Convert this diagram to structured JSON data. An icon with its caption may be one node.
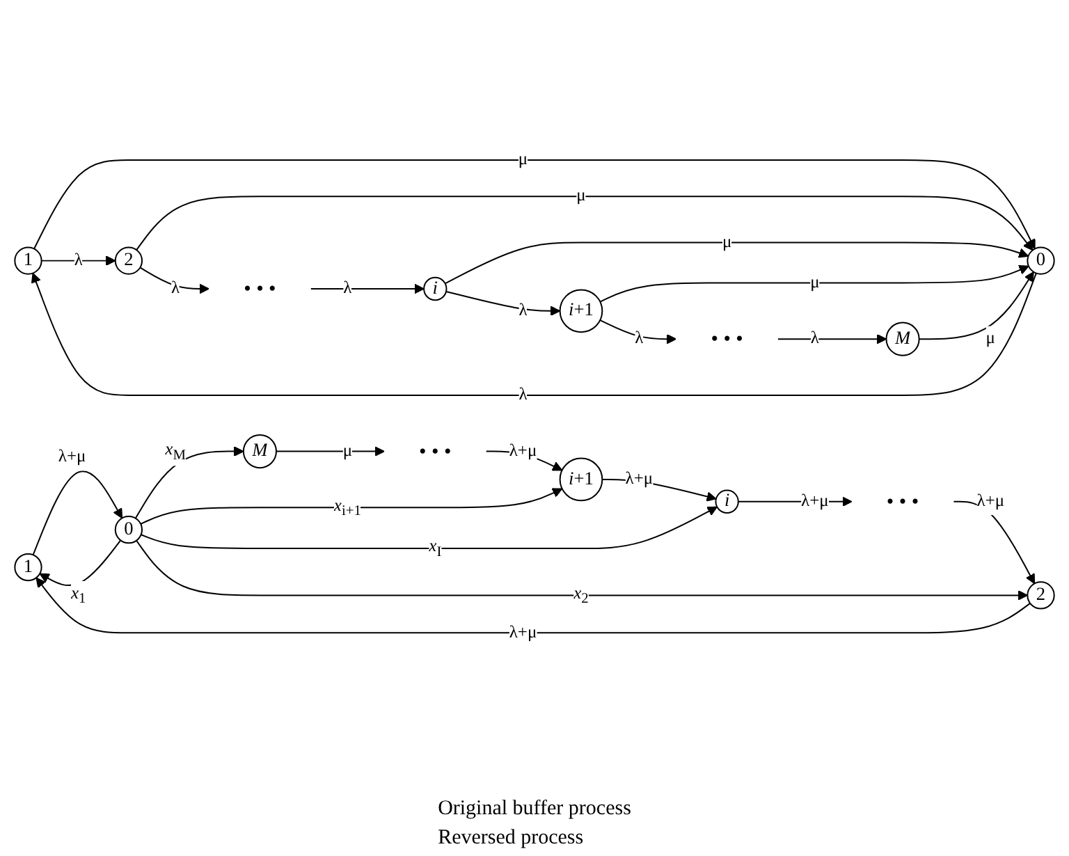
{
  "diagram": {
    "nodes": [
      {
        "text": [
          "1"
        ]
      },
      {
        "text": [
          "2"
        ]
      },
      {
        "text": [
          "• • •"
        ]
      },
      {
        "text": [
          "i"
        ]
      },
      {
        "text": [
          "*i*+1"
        ]
      },
      {
        "text": [
          "• • •"
        ]
      },
      {
        "text": [
          "M"
        ]
      },
      {
        "text": [
          "0"
        ]
      },
      {
        "text": [
          "1"
        ]
      },
      {
        "text": [
          "2"
        ]
      },
      {
        "text": [
          "• • •"
        ]
      },
      {
        "text": [
          "i"
        ]
      },
      {
        "text": [
          "*i*+1"
        ]
      },
      {
        "text": [
          "• • •"
        ]
      },
      {
        "text": [
          "M"
        ]
      },
      {
        "text": [
          "0"
        ]
      }
    ],
    "edges": [
      {
        "from": 0,
        "to": 1,
        "arrow": "to",
        "label": "λ"
      },
      {
        "from": 1,
        "to": 2,
        "arrow": "to",
        "label": "λ"
      },
      {
        "from": 2,
        "to": 3,
        "arrow": "to",
        "label": "λ"
      },
      {
        "from": 3,
        "to": 4,
        "arrow": "to",
        "label": "λ"
      },
      {
        "from": 4,
        "to": 5,
        "arrow": "to",
        "label": "λ"
      },
      {
        "from": 5,
        "to": 6,
        "arrow": "to",
        "label": "λ"
      },
      {
        "from": 0,
        "to": 7,
        "arrow": "to",
        "label": "μ"
      },
      {
        "from": 1,
        "to": 7,
        "arrow": "to",
        "label": "μ"
      },
      {
        "from": 3,
        "to": 7,
        "arrow": "to",
        "label": "μ"
      },
      {
        "from": 4,
        "to": 7,
        "arrow": "to",
        "label": "μ"
      },
      {
        "from": 6,
        "to": 7,
        "arrow": "to",
        "label": "μ"
      },
      {
        "from": 7,
        "to": 0,
        "arrow": "to",
        "label": "λ"
      },
      {
        "from": 9,
        "to": 8,
        "arrow": "to",
        "label": "λ+μ"
      },
      {
        "from": 10,
        "to": 9,
        "arrow": "to",
        "label": "λ+μ"
      },
      {
        "from": 11,
        "to": 10,
        "arrow": "to",
        "label": "λ+μ"
      },
      {
        "from": 12,
        "to": 11,
        "arrow": "to",
        "label": "λ+μ"
      },
      {
        "from": 13,
        "to": 12,
        "arrow": "to",
        "label": "λ+μ"
      },
      {
        "from": 14,
        "to": 13,
        "arrow": "to",
        "label": "μ"
      },
      {
        "from": 8,
        "to": 15,
        "arrow": "to",
        "label": "λ+μ"
      },
      {
        "from": 15,
        "to": 8,
        "arrow": "to",
        "label": "*x*$_{1}$"
      },
      {
        "from": 15,
        "to": 9,
        "arrow": "to",
        "label": "*x*$_{2}$"
      },
      {
        "from": 15,
        "to": 11,
        "arrow": "to",
        "label": "*x*$_{I}$"
      },
      {
        "from": 15,
        "to": 12,
        "arrow": "to",
        "label": "*x*$_{i+1}$"
      },
      {
        "from": 15,
        "to": 14,
        "arrow": "to",
        "label": "*x*$_{M}$"
      }
    ],
    "labels": [
      "Original buffer process",
      "Reversed process"
    ]
  }
}
